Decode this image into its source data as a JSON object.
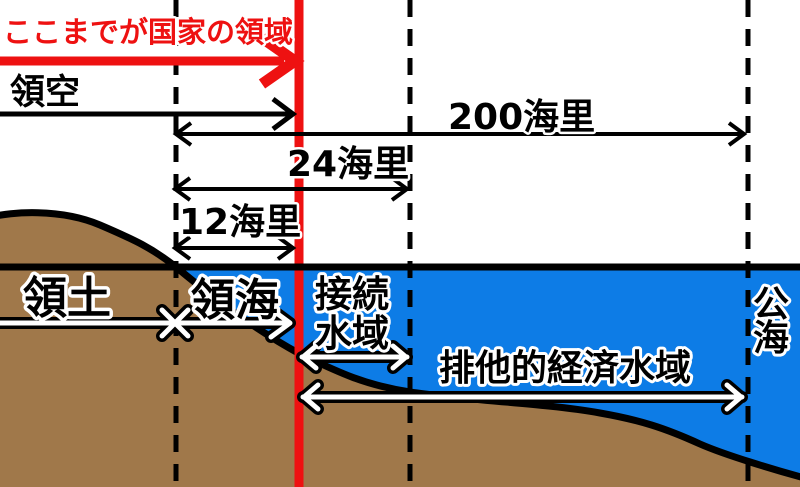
{
  "title": {
    "text": "ここまでが国家の領域"
  },
  "measurements": {
    "airspace": "領空",
    "nm200": "200海里",
    "nm24": "24海里",
    "nm12": "12海里"
  },
  "zones": {
    "territory": "領土",
    "territorial_sea": "領海",
    "contiguous_line1": "接続",
    "contiguous_line2": "水域",
    "eez": "排他的経済水域",
    "high_seas_char1": "公",
    "high_seas_char2": "海"
  },
  "colors": {
    "boundary_red": "#ee1111",
    "land_brown": "#a0784a",
    "sea_blue": "#0d7ce6",
    "line_black": "#000000"
  }
}
